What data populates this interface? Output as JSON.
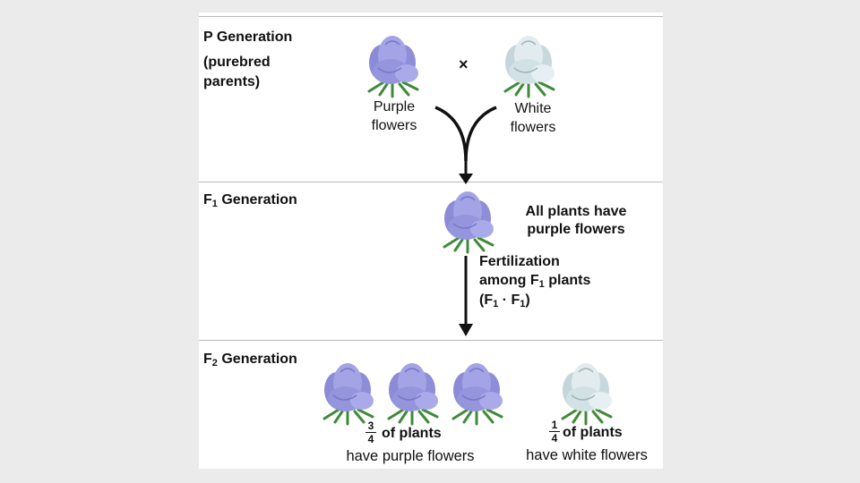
{
  "p_generation": {
    "title": "P Generation",
    "subtitle_line1": "(purebred",
    "subtitle_line2": "parents)",
    "cross_symbol": "×",
    "purple_label_line1": "Purple",
    "purple_label_line2": "flowers",
    "white_label_line1": "White",
    "white_label_line2": "flowers"
  },
  "f1_generation": {
    "title_prefix": "F",
    "title_sub": "1",
    "title_suffix": " Generation",
    "result_line1": "All plants have",
    "result_line2": "purple flowers"
  },
  "fertilization": {
    "line1": "Fertilization",
    "line2_prefix": "among F",
    "line2_sub": "1",
    "line2_suffix": " plants",
    "line3_open": "(F",
    "line3_sub1": "1",
    "line3_mid": " · F",
    "line3_sub2": "1",
    "line3_close": ")"
  },
  "f2_generation": {
    "title_prefix": "F",
    "title_sub": "2",
    "title_suffix": " Generation",
    "purple_fraction_num": "3",
    "purple_fraction_den": "4",
    "purple_fraction_text": "of plants",
    "purple_caption": "have purple flowers",
    "white_fraction_num": "1",
    "white_fraction_den": "4",
    "white_fraction_text": "of plants",
    "white_caption": "have white flowers"
  },
  "colors": {
    "purple_flower": "#9b9be0",
    "white_flower": "#d8e6ea",
    "stem": "#3f8a3a",
    "divider": "#b9b9b9"
  }
}
